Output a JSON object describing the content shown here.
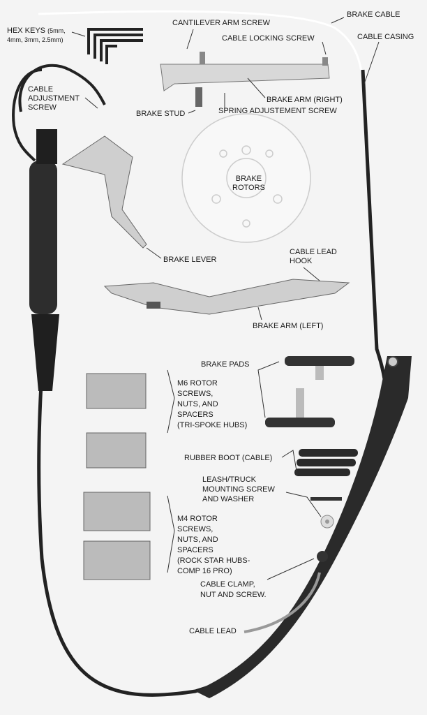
{
  "labels": {
    "hex_keys": "HEX KEYS",
    "hex_keys_sizes_1": "(5mm,",
    "hex_keys_sizes_2": "4mm, 3mm, 2.5mm)",
    "cantilever_arm_screw": "CANTILEVER ARM SCREW",
    "brake_cable": "BRAKE CABLE",
    "cable_locking_screw": "CABLE LOCKING SCREW",
    "cable_casing": "CABLE CASING",
    "cable_adjustment_screw": "CABLE\nADJUSTMENT\nSCREW",
    "brake_arm_right": "BRAKE ARM (RIGHT)",
    "brake_stud": "BRAKE STUD",
    "spring_adjustment_screw": "SPRING ADJUSTEMENT SCREW",
    "brake_rotors": "BRAKE\nROTORS",
    "brake_lever": "BRAKE LEVER",
    "cable_lead_hook": "CABLE LEAD\nHOOK",
    "brake_arm_left": "BRAKE ARM (LEFT)",
    "brake_pads": "BRAKE PADS",
    "m6_rotor_screws": "M6 ROTOR\nSCREWS,\nNUTS, AND\nSPACERS\n(TRI-SPOKE HUBS)",
    "rubber_boot": "RUBBER BOOT (CABLE)",
    "leash_truck": "LEASH/TRUCK\nMOUNTING SCREW\nAND WASHER",
    "m4_rotor_screws": "M4 ROTOR\nSCREWS,\nNUTS, AND\nSPACERS\n(ROCK STAR HUBS-\nCOMP 16 PRO)",
    "cable_clamp": "CABLE CLAMP,\nNUT AND SCREW.",
    "cable_lead": "CABLE LEAD"
  }
}
